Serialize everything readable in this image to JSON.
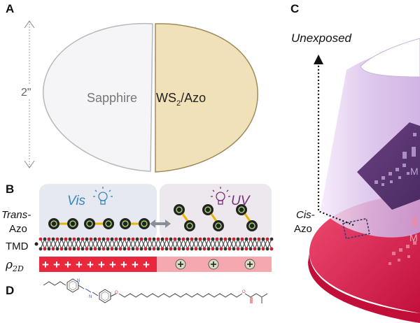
{
  "panels": {
    "a": {
      "label": "A",
      "size_label": "2\"",
      "left_half_label": "Sapphire",
      "right_half_label_main": "WS",
      "right_half_label_sub": "2",
      "right_half_label_tail": "/Azo"
    },
    "b": {
      "label": "B",
      "vis_label": "Vis",
      "uv_label": "UV",
      "trans_line1": "Trans-",
      "trans_line2": "Azo",
      "cis_line1": "Cis-",
      "cis_line2": "Azo",
      "tmd_label": "TMD",
      "rho_symbol": "ρ",
      "rho_sub": "2D",
      "plus_sign": "+"
    },
    "c": {
      "label": "C",
      "unexposed_label": "Unexposed"
    },
    "d": {
      "label": "D"
    }
  },
  "colors": {
    "vis_blue": "#3a86b8",
    "uv_purple": "#7a2d7a",
    "charge_red": "#e8283c",
    "charge_pink": "#f5a8b0",
    "wafer_tan": "#f2e2bc",
    "wafer_white": "#f6f6f8",
    "cone_lilac": "#e3cff0",
    "chip_purple": "#5a3470",
    "disk_red": "#e1194d"
  }
}
